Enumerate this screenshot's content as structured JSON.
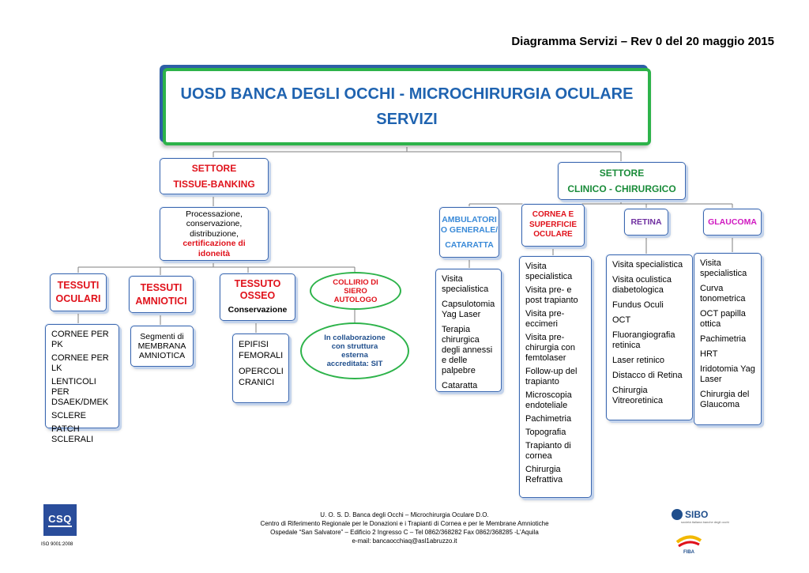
{
  "header": {
    "revision": "Diagramma Servizi – Rev 0 del 20 maggio 2015"
  },
  "main": {
    "title_line1": "UOSD BANCA DEGLI OCCHI - MICROCHIRURGIA OCULARE",
    "title_line2": "SERVIZI"
  },
  "tissue_banking": {
    "title_line1": "SETTORE",
    "title_line2": "TISSUE-BANKING",
    "process": {
      "line1": "Processazione,",
      "line2": "conservazione,",
      "line3": "distribuzione,",
      "highlight1": "certificazione di",
      "highlight2": "idoneità"
    },
    "tessuti_oculari": {
      "title_line1": "TESSUTI",
      "title_line2": "OCULARI",
      "items": [
        "CORNEE PER PK",
        "CORNEE PER LK",
        "LENTICOLI PER DSAEK/DMEK",
        "SCLERE",
        "PATCH SCLERALI"
      ]
    },
    "tessuti_amniotici": {
      "title_line1": "TESSUTI",
      "title_line2": "AMNIOTICI",
      "items": [
        "Segmenti di MEMBRANA AMNIOTICA"
      ]
    },
    "tessuto_osseo": {
      "title_line1": "TESSUTO",
      "title_line2": "OSSEO",
      "subtitle": "Conservazione",
      "items": [
        "EPIFISI FEMORALI",
        "OPERCOLI CRANICI"
      ]
    },
    "collirio": {
      "line1": "COLLIRIO DI",
      "line2": "SIERO",
      "line3": "AUTOLOGO",
      "note_line1": "In collaborazione",
      "note_line2": "con struttura",
      "note_line3": "esterna",
      "note_line4": "accreditata:  SIT"
    }
  },
  "clinico": {
    "title_line1": "SETTORE",
    "title_line2": "CLINICO - CHIRURGICO",
    "ambulatori": {
      "line1": "AMBULATORI",
      "line2": "O GENERALE/",
      "line3": "CATARATTA",
      "items": [
        "Visita specialistica",
        "Capsulotomia Yag Laser",
        "Terapia chirurgica degli annessi e delle palpebre",
        "Cataratta"
      ]
    },
    "cornea": {
      "line1": "CORNEA E",
      "line2": "SUPERFICIE",
      "line3": "OCULARE",
      "items": [
        "Visita specialistica",
        "Visita pre- e post trapianto",
        "Visita pre-eccimeri",
        "Visita pre-chirurgia con femtolaser",
        "Follow-up del trapianto",
        "Microscopia endoteliale",
        "Pachimetria",
        "Topografia",
        "Trapianto di cornea",
        "Chirurgia Refrattiva"
      ]
    },
    "retina": {
      "title": "RETINA",
      "items": [
        "Visita specialistica",
        "Visita oculistica diabetologica",
        "Fundus Oculi",
        "OCT",
        "Fluorangiografia retinica",
        "Laser retinico",
        "Distacco di Retina",
        "Chirurgia Vitreoretinica"
      ]
    },
    "glaucoma": {
      "title": "GLAUCOMA",
      "items": [
        "Visita specialistica",
        "Curva tonometrica",
        "OCT papilla ottica",
        "Pachimetria",
        "HRT",
        "Iridotomia Yag Laser",
        "Chirurgia del Glaucoma"
      ]
    }
  },
  "footer": {
    "line1": "U. O. S. D. Banca degli Occhi – Microchirurgia Oculare D.O.",
    "line2": "Centro di Riferimento Regionale per le Donazioni e i Trapianti di Cornea e per le Membrane Amniotiche",
    "line3": "Ospedale “San Salvatore” – Edificio 2 Ingresso C – Tel 0862/368282 Fax 0862/368285 -L’Aquila",
    "line4": "e-mail: bancaocchiaq@asl1abruzzo.it"
  },
  "logos": {
    "csq": "CSQ",
    "iso": "ISO 9001:2008",
    "sibo": "SIBO",
    "sibo_sub": "società italiana banche degli occhi",
    "fiba": "FIBA"
  },
  "colors": {
    "green": "#2db34a",
    "blue": "#1f63b0",
    "red": "#e0121b",
    "border": "#3c68b0"
  }
}
